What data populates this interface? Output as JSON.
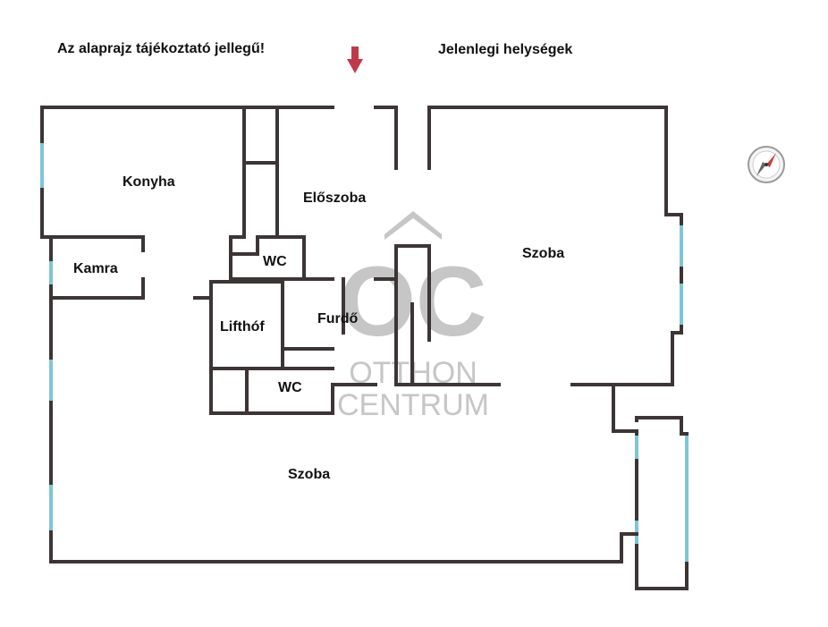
{
  "notes": {
    "disclaimer": "Az alaprajz tájékoztató jellegű!",
    "current_rooms": "Jelenlegi helységek"
  },
  "rooms": {
    "konyha": "Konyha",
    "eloszoba": "Előszoba",
    "kamra": "Kamra",
    "wc_upper": "WC",
    "lifthof": "Lifthóf",
    "furdo": "Furdő",
    "wc_lower": "WC",
    "szoba_right": "Szoba",
    "szoba_main": "Szoba"
  },
  "watermark": {
    "logo": "OC",
    "line1": "OTTHON",
    "line2": "CENTRUM"
  },
  "colors": {
    "wall": "#3d3535",
    "window": "#7ec5d8",
    "arrow": "#c0394b",
    "watermark": "#c6c6c6"
  },
  "icons": [
    "entrance-arrow-icon",
    "compass-icon"
  ]
}
